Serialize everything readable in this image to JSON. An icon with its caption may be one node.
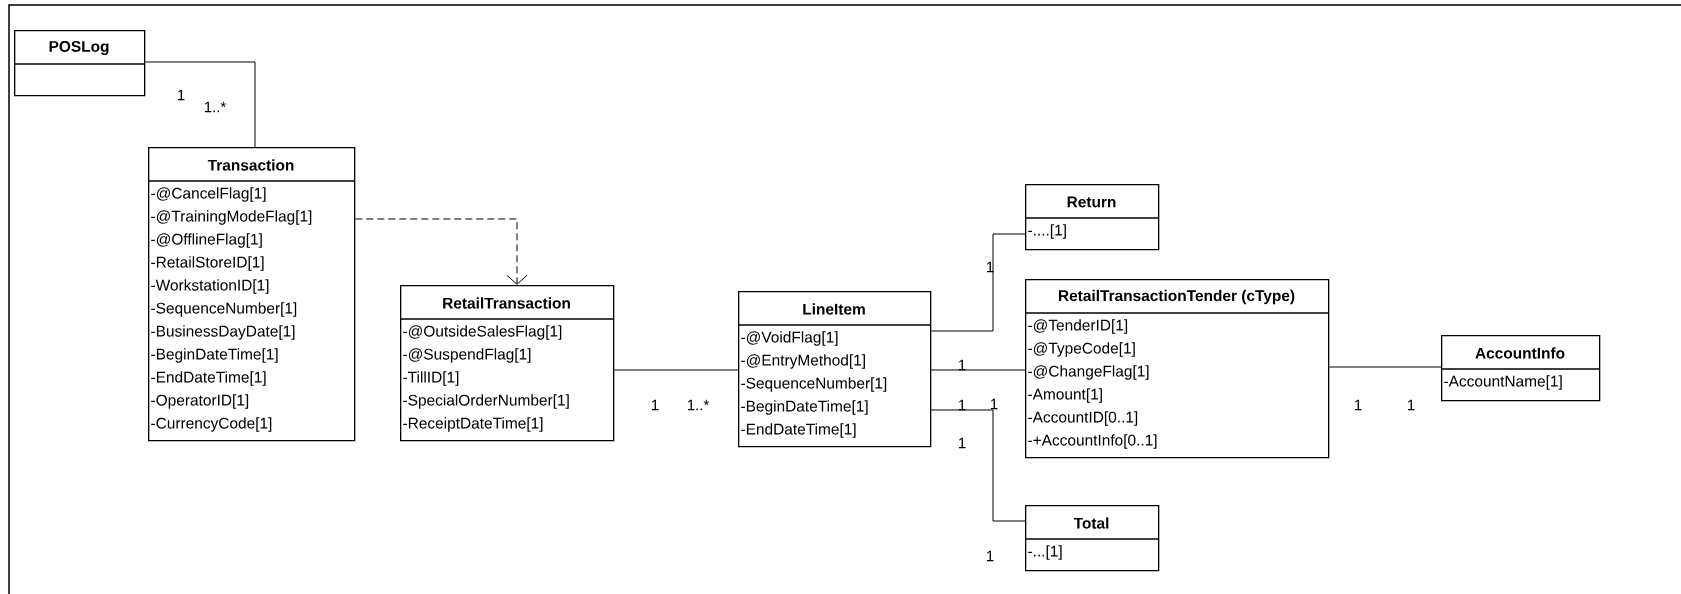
{
  "diagram": {
    "nodes": [
      {
        "text": [
          "POSLog"
        ]
      },
      {
        "text": [
          "Transaction",
          "-@CancelFlag[1]",
          "-@TrainingModeFlag[1]",
          "-@OfflineFlag[1]",
          "-RetailStoreID[1]",
          "-WorkstationID[1]",
          "-SequenceNumber[1]",
          "-BusinessDayDate[1]",
          "-BeginDateTime[1]",
          "-EndDateTime[1]",
          "-OperatorID[1]",
          "-CurrencyCode[1]"
        ]
      },
      {
        "text": [
          "RetailTransaction",
          "-@OutsideSalesFlag[1]",
          "-@SuspendFlag[1]",
          "-TillID[1]",
          "-SpecialOrderNumber[1]",
          "-ReceiptDateTime[1]"
        ]
      },
      {
        "text": [
          "LineItem",
          "-@VoidFlag[1]",
          "-@EntryMethod[1]",
          "-SequenceNumber[1]",
          "-BeginDateTime[1]",
          "-EndDateTime[1]"
        ]
      },
      {
        "text": [
          "Return",
          "-....[1]"
        ]
      },
      {
        "text": [
          "RetailTransactionTender (cType)",
          "-@TenderID[1]",
          "-@TypeCode[1]",
          "-@ChangeFlag[1]",
          "-Amount[1]",
          "-AccountID[0..1]",
          "-+AccountInfo[0..1]"
        ]
      },
      {
        "text": [
          "AccountInfo",
          "-AccountName[1]"
        ]
      },
      {
        "text": [
          "Total",
          "-...[1]"
        ]
      }
    ],
    "edges": [
      {
        "from": 0,
        "to": 1,
        "arrow": "none"
      },
      {
        "from": 1,
        "to": 2,
        "arrow": "to",
        "style": "dashed"
      },
      {
        "from": 2,
        "to": 3,
        "arrow": "none"
      },
      {
        "from": 3,
        "to": 4,
        "arrow": "none"
      },
      {
        "from": 3,
        "to": 5,
        "arrow": "none"
      },
      {
        "from": 3,
        "to": 7,
        "arrow": "none"
      },
      {
        "from": 5,
        "to": 6,
        "arrow": "none"
      }
    ],
    "labels": [
      "1",
      "1..*",
      "1",
      "1",
      "1",
      "1..*",
      "1",
      "1",
      "1",
      "1",
      "1",
      "1"
    ]
  }
}
